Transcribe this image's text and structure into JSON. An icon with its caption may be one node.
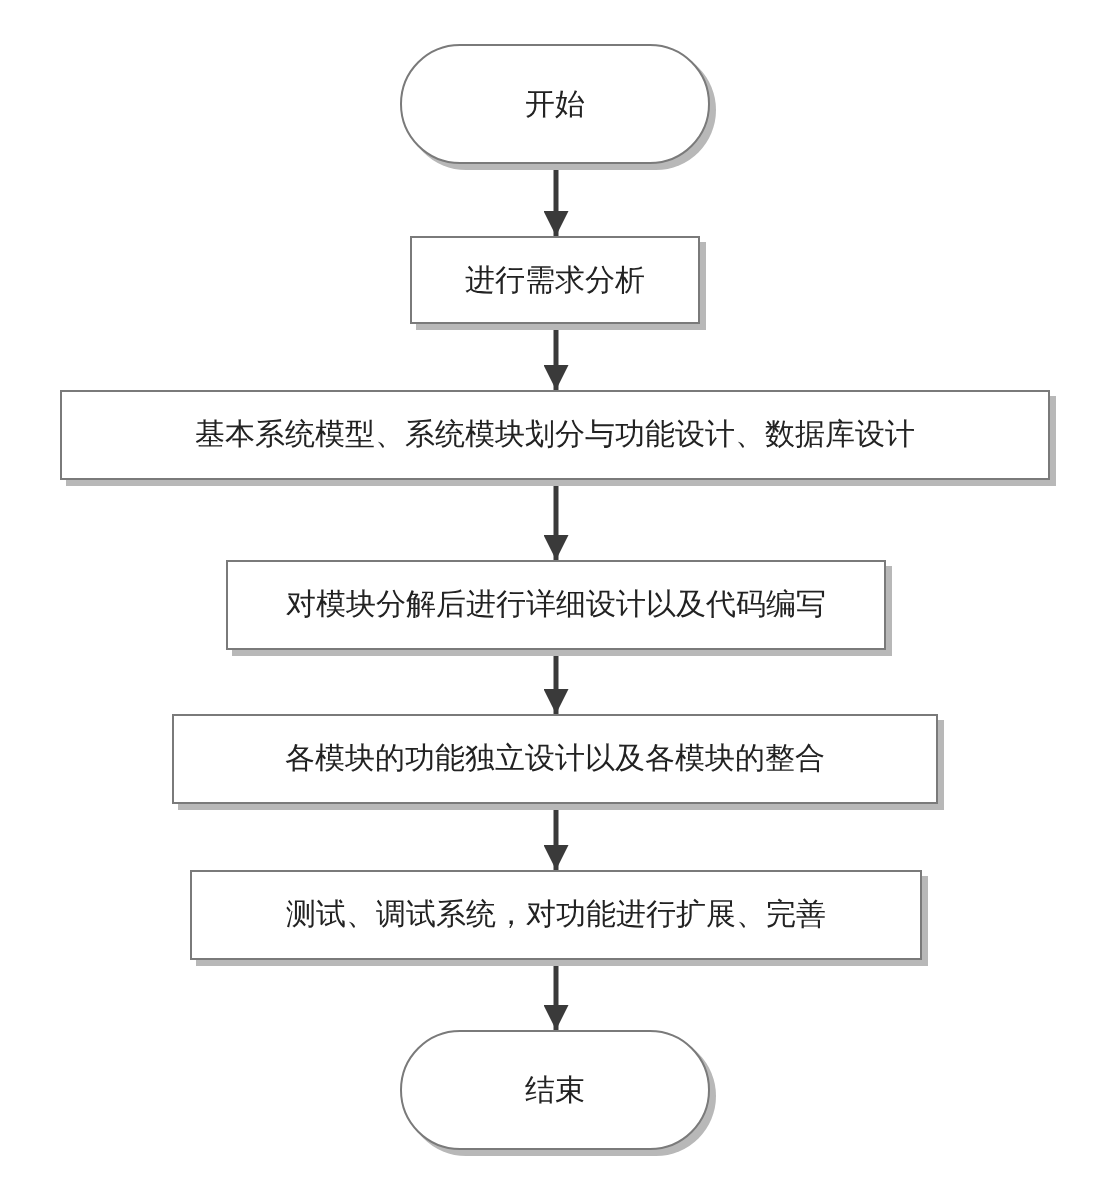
{
  "diagram": {
    "nodes": [
      {
        "text": [
          "开始"
        ]
      },
      {
        "text": [
          "进行需求分析"
        ]
      },
      {
        "text": [
          "基本系统模型、系统模块划分与功能设计、数据库设计"
        ]
      },
      {
        "text": [
          "对模块分解后进行详细设计以及代码编写"
        ]
      },
      {
        "text": [
          "各模块的功能独立设计以及各模块的整合"
        ]
      },
      {
        "text": [
          "测试、调试系统，对功能进行扩展、完善"
        ]
      },
      {
        "text": [
          "结束"
        ]
      }
    ],
    "edges": [
      {
        "from": 0,
        "to": 1,
        "arrow": "to"
      },
      {
        "from": 1,
        "to": 2,
        "arrow": "to"
      },
      {
        "from": 2,
        "to": 3,
        "arrow": "to"
      },
      {
        "from": 3,
        "to": 4,
        "arrow": "to"
      },
      {
        "from": 4,
        "to": 5,
        "arrow": "to"
      },
      {
        "from": 5,
        "to": 6,
        "arrow": "to"
      }
    ]
  }
}
